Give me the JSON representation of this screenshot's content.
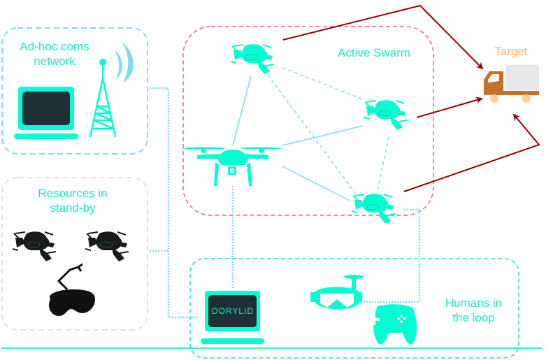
{
  "groups": {
    "network": {
      "label_line1": "Ad-hoc coms",
      "label_line2": "network"
    },
    "standby": {
      "label_line1": "Resources in",
      "label_line2": "stand-by"
    },
    "swarm": {
      "label": "Active Swarm"
    },
    "humans": {
      "label_line1": "Humans in",
      "label_line2": "the loop"
    }
  },
  "target": {
    "label": "Target"
  },
  "ground_station": {
    "logo_text": "DORYLID"
  },
  "colors": {
    "accent": "#00ffd2",
    "link": "#7fd9f7",
    "swarm_border": "#ea6b66",
    "standby_border": "#e0e0e0",
    "attack": "#990000",
    "target_text": "#ffb273",
    "truck": "#c8702a",
    "screen": "#1e3035",
    "standby_drone": "#1a1a1a"
  },
  "icons": [
    "laptop-icon",
    "radio-tower-icon",
    "quadcopter-icon",
    "drone-icon",
    "ground-robot-icon",
    "vr-headset-icon",
    "gamepad-icon",
    "truck-icon"
  ]
}
